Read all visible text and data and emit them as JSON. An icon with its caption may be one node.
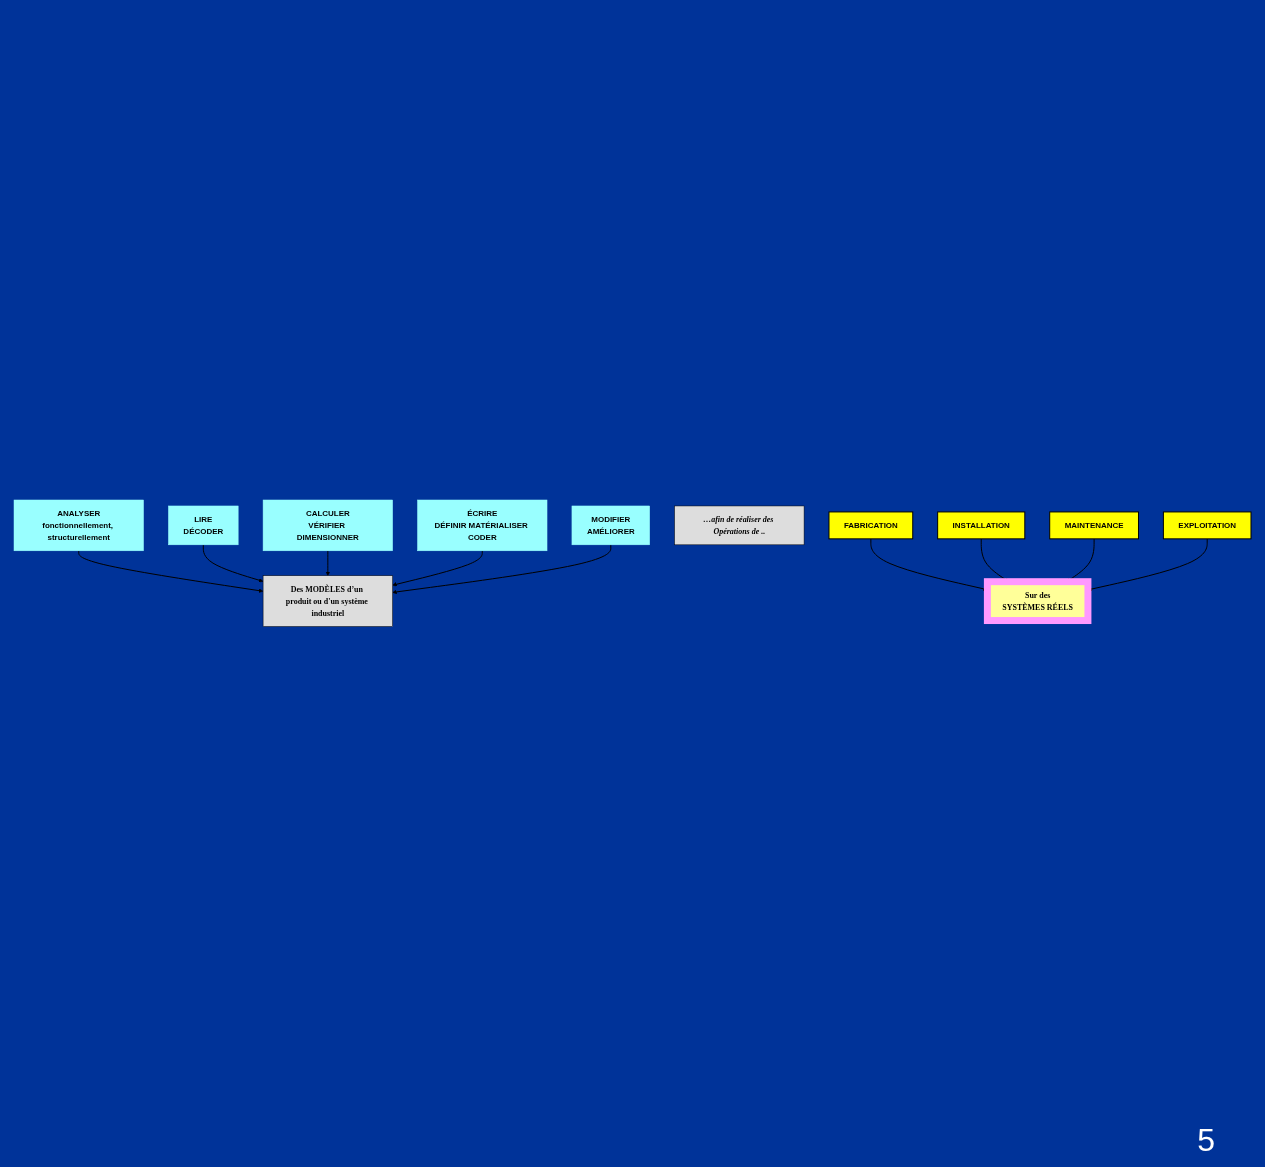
{
  "diagram": {
    "nodes": [
      {
        "text": [
          "ANALYSER",
          "fonctionnellement, structurellement"
        ]
      },
      {
        "text": [
          "LIRE",
          "DÉCODER"
        ]
      },
      {
        "text": [
          "CALCULER",
          "VÉRIFIER DIMENSIONNER"
        ]
      },
      {
        "text": [
          "ÉCRIRE",
          "DÉFINIR MATÉRIALISER CODER"
        ]
      },
      {
        "text": [
          "Des MODÈLES d’un produit ou d'un système industriel"
        ]
      },
      {
        "text": [
          "MODIFIER",
          "AMÉLIORER"
        ]
      },
      {
        "text": [
          "…afin de réaliser des Opérations de .."
        ]
      },
      {
        "text": [
          "FABRICATION"
        ]
      },
      {
        "text": [
          "INSTALLATION"
        ]
      },
      {
        "text": [
          "Sur des",
          "SYSTÈMES RÉELS"
        ]
      },
      {
        "text": [
          "MAINTENANCE"
        ]
      },
      {
        "text": [
          "EXPLOITATION"
        ]
      }
    ],
    "edges": [
      {
        "from": 0,
        "to": 4,
        "arrow": "to"
      },
      {
        "from": 1,
        "to": 4,
        "arrow": "to"
      },
      {
        "from": 2,
        "to": 4,
        "arrow": "to"
      },
      {
        "from": 3,
        "to": 4,
        "arrow": "to"
      },
      {
        "from": 5,
        "to": 4,
        "arrow": "to"
      },
      {
        "from": 7,
        "to": 9,
        "arrow": "to"
      },
      {
        "from": 8,
        "to": 9,
        "arrow": "to"
      },
      {
        "from": 10,
        "to": 9,
        "arrow": "to"
      },
      {
        "from": 11,
        "to": 9,
        "arrow": "to"
      }
    ],
    "labels": [
      "5"
    ]
  }
}
